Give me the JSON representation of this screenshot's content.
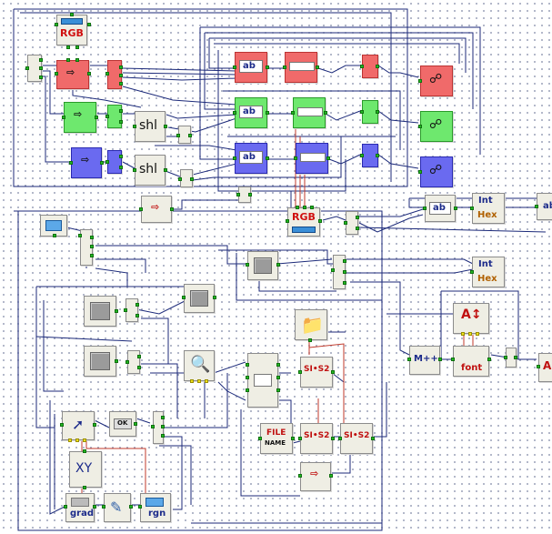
{
  "labels": {
    "rgb_top": "RGB",
    "rgb_mid": "RGB",
    "shl_1": "shl",
    "shl_2": "shl",
    "ab_1": "ab",
    "ab_2": "ab",
    "ab_3": "ab",
    "ab_4": "ab",
    "ab_5": "ab",
    "int_hex_1_top": "Int",
    "int_hex_1_bot": "Hex",
    "int_hex_2_top": "Int",
    "int_hex_2_bot": "Hex",
    "si_s2_1": "SI•S2",
    "si_s2_2": "SI•S2",
    "si_s2_3": "SI•S2",
    "file_top": "FILE",
    "file_bot": "NAME",
    "ok": "OK",
    "xy": "XY",
    "grad": "grad",
    "rgn": "rgn",
    "font": "font",
    "m_plus": "M++"
  },
  "colors": {
    "wire": "#1c2a7a",
    "wire_red": "#c0392b",
    "node_red": "#f06a6a",
    "node_green": "#6ee86e",
    "node_blue": "#6a6af0",
    "node_bg": "#efeee4"
  }
}
